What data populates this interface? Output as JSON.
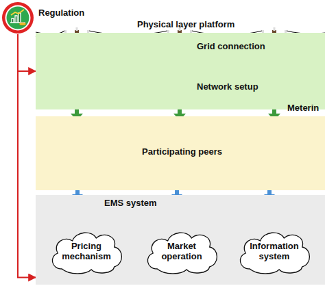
{
  "diagram": {
    "nodes": [
      {
        "text": [
          "Regulation"
        ]
      },
      {
        "text": [
          "Physical layer platform",
          "Grid connection",
          "Network setup"
        ]
      },
      {
        "text": [
          "Participating peers"
        ]
      },
      {
        "text": [
          "EMS system"
        ]
      },
      {
        "text": [
          "Pricing mechanism"
        ],
        "in": 3
      },
      {
        "text": [
          "Market operation"
        ],
        "in": 3
      },
      {
        "text": [
          "Information system"
        ],
        "in": 3
      }
    ],
    "edges": [
      {
        "from": 0,
        "to": 1,
        "arrow": "to"
      },
      {
        "from": 0,
        "to": 3,
        "arrow": "to"
      }
    ],
    "labels": [
      "Meterin"
    ]
  }
}
